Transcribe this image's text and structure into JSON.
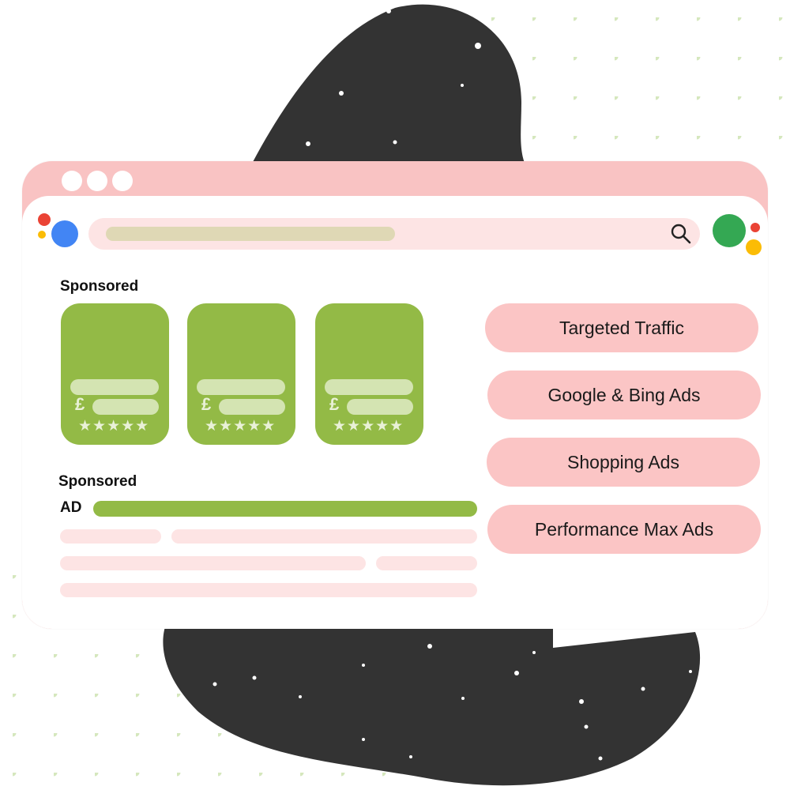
{
  "colors": {
    "window_chrome": "#f9c3c3",
    "search_bar": "#fde4e4",
    "query_text_placeholder": "#dfd8b5",
    "product_green": "#93ba46",
    "blob": "#333333",
    "dot_pattern": "#d5e7bd",
    "logo_blue": "#4285f4",
    "logo_red": "#ea4335",
    "logo_yellow": "#fbbc05",
    "logo_green": "#34a853"
  },
  "window": {
    "titlebar_buttons": [
      "close",
      "minimize",
      "maximize"
    ]
  },
  "search": {
    "icon": "search-icon"
  },
  "shopping_ads": {
    "label": "Sponsored",
    "products": [
      {
        "currency": "£",
        "rating": "★★★★★"
      },
      {
        "currency": "£",
        "rating": "★★★★★"
      },
      {
        "currency": "£",
        "rating": "★★★★★"
      }
    ]
  },
  "text_ads": {
    "label": "Sponsored",
    "ad_tag": "AD"
  },
  "services": [
    {
      "label": "Targeted Traffic"
    },
    {
      "label": "Google & Bing Ads"
    },
    {
      "label": "Shopping Ads"
    },
    {
      "label": "Performance Max Ads"
    }
  ]
}
